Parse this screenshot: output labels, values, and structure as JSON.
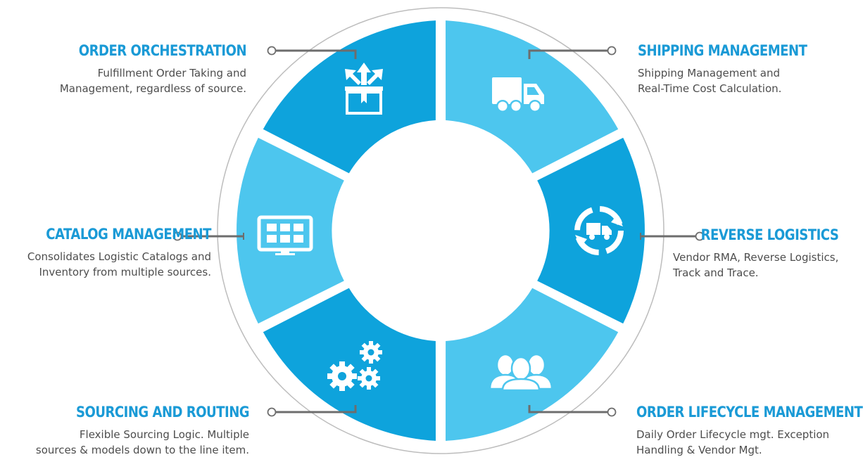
{
  "colors": {
    "dark_blue": "#0ea3dc",
    "light_blue": "#4dc6ee",
    "title_blue": "#1a9ad6",
    "connector": "#6d6d6d",
    "ring_border": "#bdbdbd"
  },
  "segments": [
    {
      "id": "order-orchestration",
      "title": "ORDER ORCHESTRATION",
      "line1": "Fulfillment Order Taking and",
      "line2": "Management, regardless of source.",
      "icon": "box-arrows-icon"
    },
    {
      "id": "shipping-management",
      "title": "SHIPPING MANAGEMENT",
      "line1": "Shipping Management and",
      "line2": "Real-Time Cost Calculation.",
      "icon": "truck-icon"
    },
    {
      "id": "reverse-logistics",
      "title": "REVERSE LOGISTICS",
      "line1": "Vendor RMA, Reverse Logistics,",
      "line2": "Track and Trace.",
      "icon": "truck-cycle-icon"
    },
    {
      "id": "order-lifecycle-management",
      "title": "ORDER LIFECYCLE MANAGEMENT",
      "line1": "Daily Order Lifecycle mgt. Exception",
      "line2": "Handling & Vendor Mgt.",
      "icon": "people-icon"
    },
    {
      "id": "sourcing-and-routing",
      "title": "SOURCING AND ROUTING",
      "line1": "Flexible Sourcing Logic. Multiple",
      "line2": "sources & models down to the line item.",
      "icon": "gears-icon"
    },
    {
      "id": "catalog-management",
      "title": "CATALOG MANAGEMENT",
      "line1": "Consolidates Logistic Catalogs and",
      "line2": "Inventory from multiple sources.",
      "icon": "monitor-grid-icon"
    }
  ]
}
